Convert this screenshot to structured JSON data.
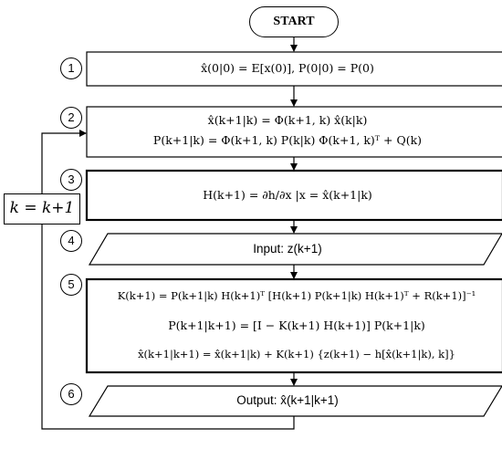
{
  "start": "START",
  "loop": "k = k+1",
  "steps": [
    {
      "num": "1",
      "lines": [
        "x̂(0|0) = E[x(0)],  P(0|0) = P(0)"
      ]
    },
    {
      "num": "2",
      "lines": [
        "x̂(k+1|k) = Φ(k+1, k) x̂(k|k)",
        "P(k+1|k) = Φ(k+1, k) P(k|k) Φ(k+1, k)ᵀ + Q(k)"
      ]
    },
    {
      "num": "3",
      "lines": [
        "H(k+1) = ∂h/∂x |x = x̂(k+1|k)"
      ]
    },
    {
      "num": "4",
      "lines": [
        "Input: z(k+1)"
      ]
    },
    {
      "num": "5",
      "lines": [
        "K(k+1) = P(k+1|k) H(k+1)ᵀ [H(k+1) P(k+1|k) H(k+1)ᵀ + R(k+1)]⁻¹",
        "P(k+1|k+1) = [I − K(k+1) H(k+1)] P(k+1|k)",
        "x̂(k+1|k+1) = x̂(k+1|k) + K(k+1) {z(k+1) − h[x̂(k+1|k), k]}"
      ]
    },
    {
      "num": "6",
      "lines": [
        "Output: x̂(k+1|k+1)"
      ]
    }
  ]
}
